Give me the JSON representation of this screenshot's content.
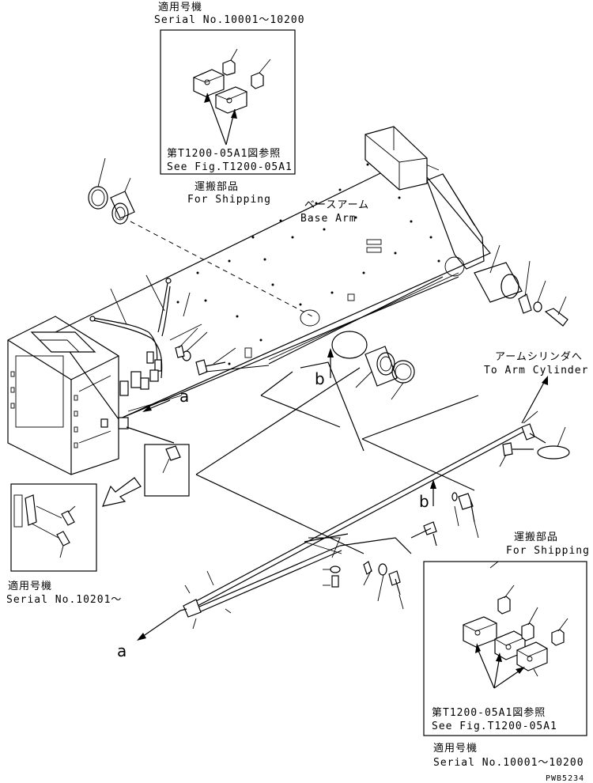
{
  "labels": {
    "top_applicable": "適用号機",
    "top_serial": "Serial No.10001～10200",
    "top_ref_jp": "第T1200-05A1図参照",
    "top_ref_en": "See Fig.T1200-05A1",
    "top_shipping_jp": "運搬部品",
    "top_shipping_en": "For Shipping",
    "base_arm_jp": "ベースアーム",
    "base_arm_en": "Base Arm",
    "arm_cyl_jp": "アームシリンダへ",
    "arm_cyl_en": "To Arm Cylinder",
    "left_applicable": "適用号機",
    "left_serial": "Serial No.10201～",
    "right_shipping_jp": "運搬部品",
    "right_shipping_en": "For Shipping",
    "right_ref_jp": "第T1200-05A1図参照",
    "right_ref_en": "See Fig.T1200-05A1",
    "bottom_applicable": "適用号機",
    "bottom_serial": "Serial No.10001～10200",
    "drawing_code": "PWB5234",
    "marker_a": "a",
    "marker_b": "b"
  }
}
